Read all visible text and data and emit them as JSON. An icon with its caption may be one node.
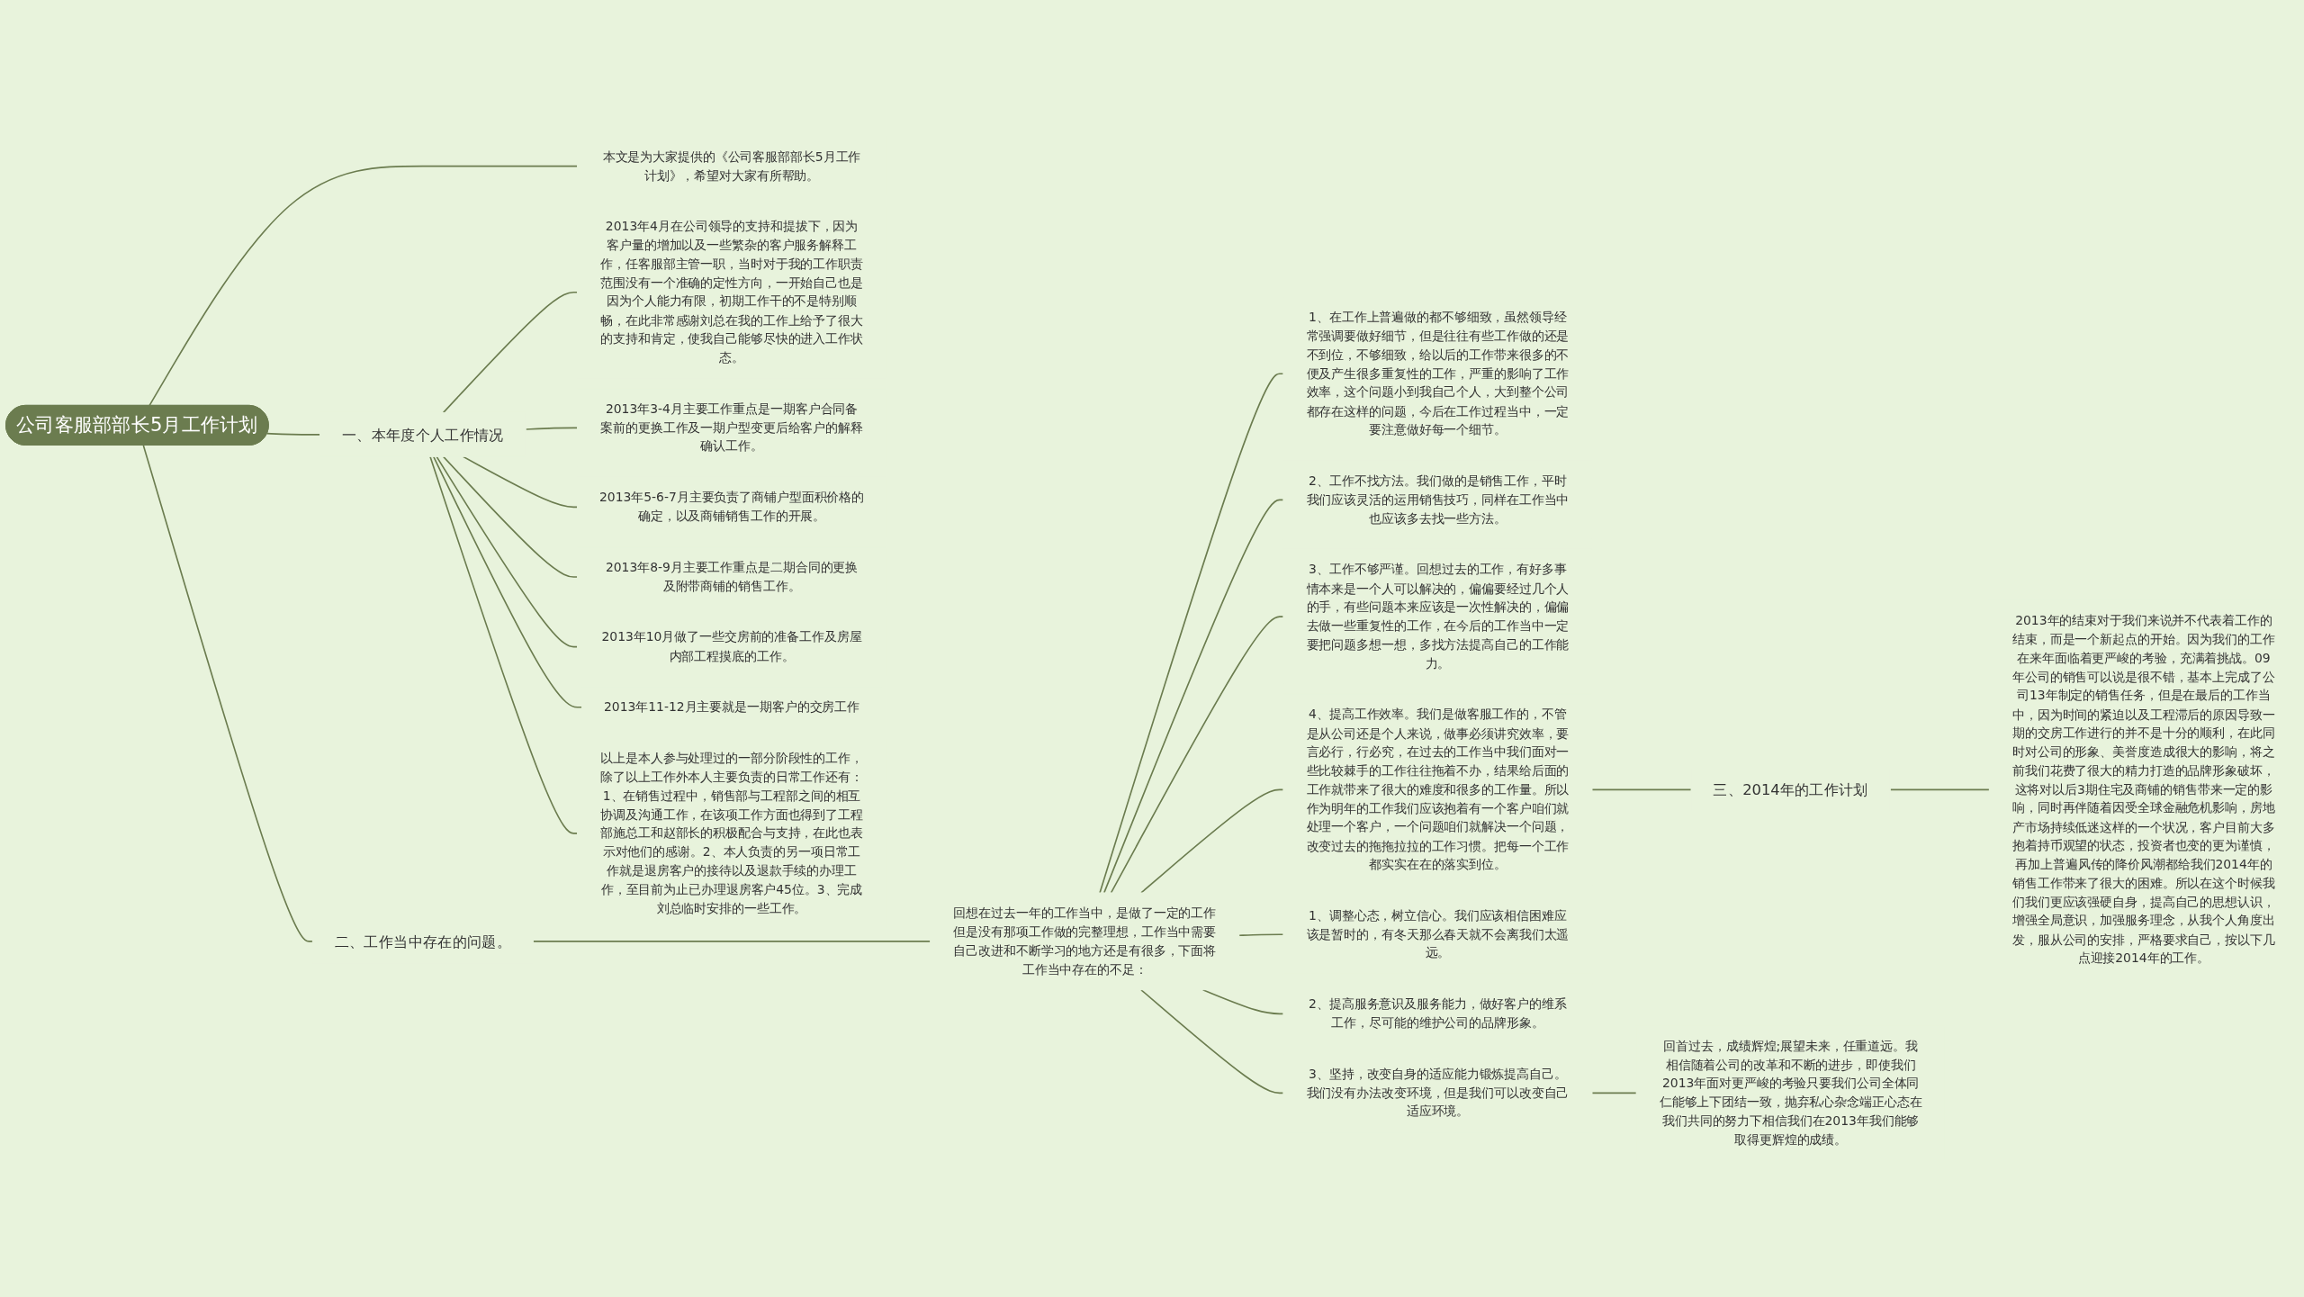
{
  "diagram": {
    "nodes": [
      {
        "text": [
          "公司客服部部长5月工作计划"
        ]
      },
      {
        "text": [
          "本文是为大家提供的《公司客服部部长5月工作计划》，希望对大家有所帮助。"
        ]
      },
      {
        "text": [
          "一、本年度个人工作情况"
        ]
      },
      {
        "text": [
          "2013年4月在公司领导的支持和提拔下，因为客户量的增加以及一些繁杂的客户服务解释工作，任客服部主管一职，当时对于我的工作职责范围没有一个准确的定性方向，一开始自己也是因为个人能力有限，初期工作干的不是特别顺畅，在此非常感谢刘总在我的工作上给予了很大的支持和肯定，使我自己能够尽快的进入工作状态。"
        ]
      },
      {
        "text": [
          "2013年3-4月主要工作重点是一期客户合同备案前的更换工作及一期户型变更后给客户的解释确认工作。"
        ]
      },
      {
        "text": [
          "2013年5-6-7月主要负责了商铺户型面积价格的确定，以及商铺销售工作的开展。"
        ]
      },
      {
        "text": [
          "2013年8-9月主要工作重点是二期合同的更换及附带商铺的销售工作。"
        ]
      },
      {
        "text": [
          "2013年10月做了一些交房前的准备工作及房屋内部工程摸底的工作。"
        ]
      },
      {
        "text": [
          "2013年11-12月主要就是一期客户的交房工作"
        ]
      },
      {
        "text": [
          "以上是本人参与处理过的一部分阶段性的工作，除了以上工作外本人主要负责的日常工作还有：1、在销售过程中，销售部与工程部之间的相互协调及沟通工作，在该项工作方面也得到了工程部施总工和赵部长的积极配合与支持，在此也表示对他们的感谢。2、本人负责的另一项日常工作就是退房客户的接待以及退款手续的办理工作，至目前为止已办理退房客户45位。3、完成刘总临时安排的一些工作。"
        ]
      },
      {
        "text": [
          "二、工作当中存在的问题。"
        ]
      },
      {
        "text": [
          "回想在过去一年的工作当中，是做了一定的工作但是没有那项工作做的完整理想，工作当中需要自己改进和不断学习的地方还是有很多，下面将工作当中存在的不足："
        ]
      },
      {
        "text": [
          "1、在工作上普遍做的都不够细致，虽然领导经常强调要做好细节，但是往往有些工作做的还是不到位，不够细致，给以后的工作带来很多的不便及产生很多重复性的工作，严重的影响了工作效率，这个问题小到我自己个人，大到整个公司都存在这样的问题，今后在工作过程当中，一定要注意做好每一个细节。"
        ]
      },
      {
        "text": [
          "2、工作不找方法。我们做的是销售工作，平时我们应该灵活的运用销售技巧，同样在工作当中也应该多去找一些方法。"
        ]
      },
      {
        "text": [
          "3、工作不够严谨。回想过去的工作，有好多事情本来是一个人可以解决的，偏偏要经过几个人的手，有些问题本来应该是一次性解决的，偏偏去做一些重复性的工作，在今后的工作当中一定要把问题多想一想，多找方法提高自己的工作能力。"
        ]
      },
      {
        "text": [
          "4、提高工作效率。我们是做客服工作的，不管是从公司还是个人来说，做事必须讲究效率，要言必行，行必究，在过去的工作当中我们面对一些比较棘手的工作往往拖着不办，结果给后面的工作就带来了很大的难度和很多的工作量。所以作为明年的工作我们应该抱着有一个客户咱们就处理一个客户，一个问题咱们就解决一个问题，改变过去的拖拖拉拉的工作习惯。把每一个工作都实实在在的落实到位。"
        ]
      },
      {
        "text": [
          "三、2014年的工作计划"
        ]
      },
      {
        "text": [
          "2013年的结束对于我们来说并不代表着工作的结束，而是一个新起点的开始。因为我们的工作在来年面临着更严峻的考验，充满着挑战。09年公司的销售可以说是很不错，基本上完成了公司13年制定的销售任务，但是在最后的工作当中，因为时间的紧迫以及工程滞后的原因导致一期的交房工作进行的并不是十分的顺利，在此同时对公司的形象、美誉度造成很大的影响，将之前我们花费了很大的精力打造的品牌形象破坏，这将对以后3期住宅及商铺的销售带来一定的影响，同时再伴随着因受全球金融危机影响，房地产市场持续低迷这样的一个状况，客户目前大多抱着持币观望的状态，投资者也变的更为谨慎，再加上普遍风传的降价风潮都给我们2014年的销售工作带来了很大的困难。所以在这个时候我们我们更应该强硬自身，提高自己的思想认识，增强全局意识，加强服务理念，从我个人角度出发，服从公司的安排，严格要求自己，按以下几点迎接2014年的工作。"
        ]
      },
      {
        "text": [
          "1、调整心态，树立信心。我们应该相信困难应该是暂时的，有冬天那么春天就不会离我们太遥远。"
        ]
      },
      {
        "text": [
          "2、提高服务意识及服务能力，做好客户的维系工作，尽可能的维护公司的品牌形象。"
        ]
      },
      {
        "text": [
          "3、坚持，改变自身的适应能力锻炼提高自己。我们没有办法改变环境，但是我们可以改变自己适应环境。"
        ]
      },
      {
        "text": [
          "回首过去，成绩辉煌;展望未来，任重道远。我相信随着公司的改革和不断的进步，即使我们2013年面对更严峻的考验只要我们公司全体同仁能够上下团结一致，抛弃私心杂念端正心态在我们共同的努力下相信我们在2013年我们能够取得更辉煌的成绩。"
        ]
      }
    ],
    "edges": [
      {
        "from": 0,
        "to": 1,
        "arrow": "none"
      },
      {
        "from": 0,
        "to": 2,
        "arrow": "none"
      },
      {
        "from": 2,
        "to": 3,
        "arrow": "none"
      },
      {
        "from": 2,
        "to": 4,
        "arrow": "none"
      },
      {
        "from": 2,
        "to": 5,
        "arrow": "none"
      },
      {
        "from": 2,
        "to": 6,
        "arrow": "none"
      },
      {
        "from": 2,
        "to": 7,
        "arrow": "none"
      },
      {
        "from": 2,
        "to": 8,
        "arrow": "none"
      },
      {
        "from": 2,
        "to": 9,
        "arrow": "none"
      },
      {
        "from": 0,
        "to": 10,
        "arrow": "none"
      },
      {
        "from": 10,
        "to": 11,
        "arrow": "none"
      },
      {
        "from": 11,
        "to": 12,
        "arrow": "none"
      },
      {
        "from": 11,
        "to": 13,
        "arrow": "none"
      },
      {
        "from": 11,
        "to": 14,
        "arrow": "none"
      },
      {
        "from": 11,
        "to": 15,
        "arrow": "none"
      },
      {
        "from": 15,
        "to": 16,
        "arrow": "none"
      },
      {
        "from": 16,
        "to": 17,
        "arrow": "none"
      },
      {
        "from": 11,
        "to": 18,
        "arrow": "none"
      },
      {
        "from": 11,
        "to": 19,
        "arrow": "none"
      },
      {
        "from": 11,
        "to": 20,
        "arrow": "none"
      },
      {
        "from": 20,
        "to": 21,
        "arrow": "none"
      }
    ]
  }
}
